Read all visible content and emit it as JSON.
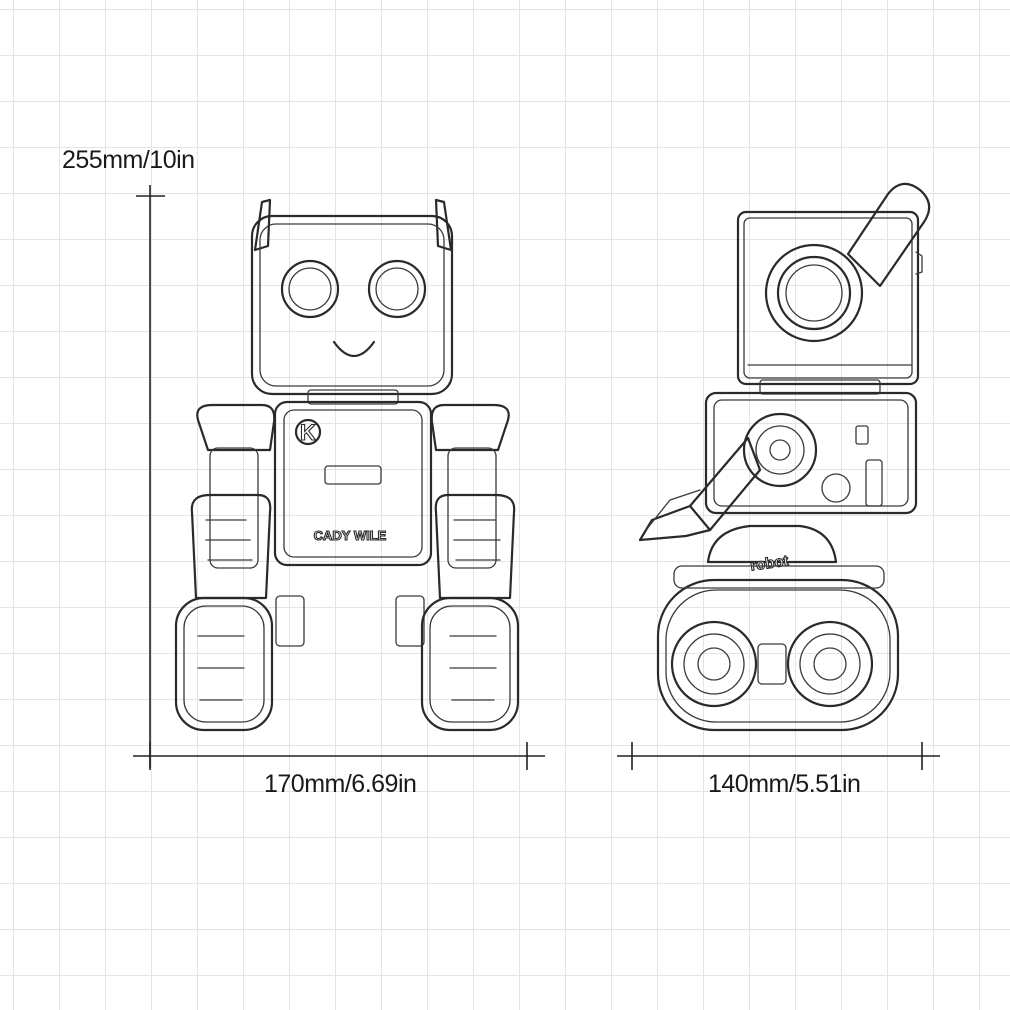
{
  "dimensions": {
    "height": "255mm/10in",
    "width_front": "170mm/6.69in",
    "width_side": "140mm/5.51in"
  },
  "front_view": {
    "chest_logo": "K",
    "chest_text": "CADY WILE"
  },
  "side_view": {
    "track_text": "robot"
  },
  "colors": {
    "line": "#2a2a2a",
    "grid": "#e4e4e4",
    "background": "#ffffff"
  }
}
